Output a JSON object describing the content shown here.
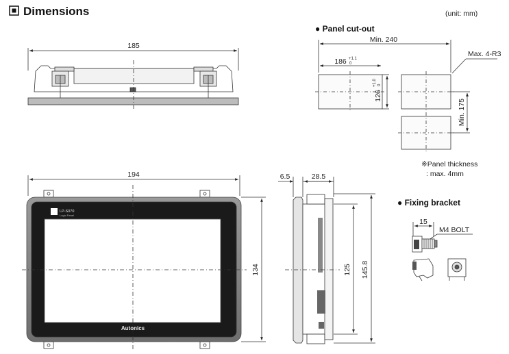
{
  "title": "Dimensions",
  "unit": "(unit: mm)",
  "top_view": {
    "width": "185"
  },
  "panel_cutout": {
    "heading": "● Panel cut-out",
    "min_pitch": "Min. 240",
    "width": "186",
    "width_tol_upper": "+1.1",
    "width_tol_lower": "0",
    "height": "126",
    "height_tol_upper": "+1.0",
    "height_tol_lower": "0",
    "min_vertical": "Min. 175",
    "corner_radius": "Max. 4-R3",
    "thickness_line1": "※Panel thickness",
    "thickness_line2": ": max. 4mm"
  },
  "front_view": {
    "width": "194",
    "height": "134",
    "brand": "Autonics",
    "screen_badge": "LP-S070",
    "screen_badge_sub": "Logic Panel"
  },
  "side_view": {
    "bezel_depth": "6.5",
    "body_depth": "28.5",
    "inner_height": "125",
    "total_height": "145.8"
  },
  "fixing_bracket": {
    "heading": "● Fixing bracket",
    "length": "15",
    "bolt": "M4 BOLT"
  }
}
